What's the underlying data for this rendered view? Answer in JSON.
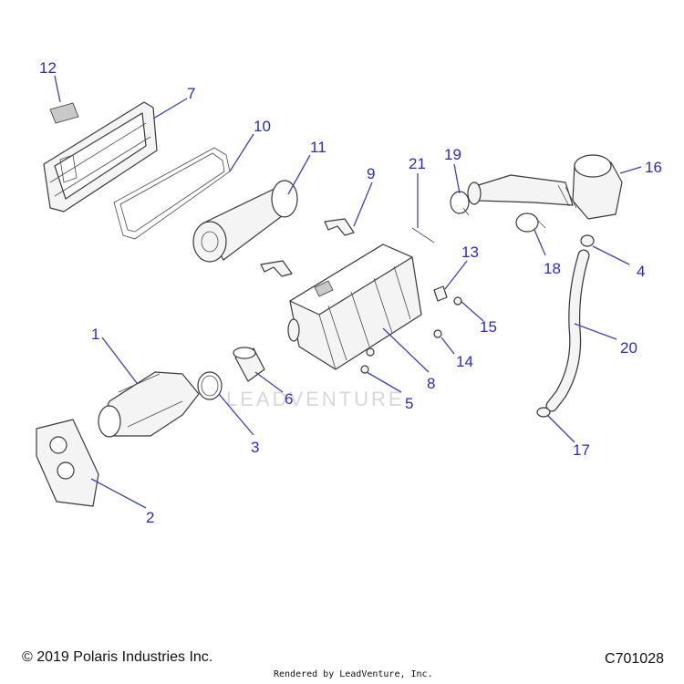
{
  "callouts": [
    "1",
    "2",
    "3",
    "4",
    "5",
    "6",
    "7",
    "8",
    "9",
    "10",
    "11",
    "12",
    "13",
    "14",
    "15",
    "16",
    "17",
    "18",
    "19",
    "20",
    "21"
  ],
  "watermark": "LEADVENTURE",
  "footer": {
    "copyright": "© 2019 Polaris Industries Inc.",
    "rendered_by": "Rendered by LeadVenture, Inc.",
    "diagram_code": "C701028"
  },
  "colors": {
    "callout": "#2a2acc",
    "leader": "#3f3fbf",
    "line_art": "#3a3a3a"
  }
}
